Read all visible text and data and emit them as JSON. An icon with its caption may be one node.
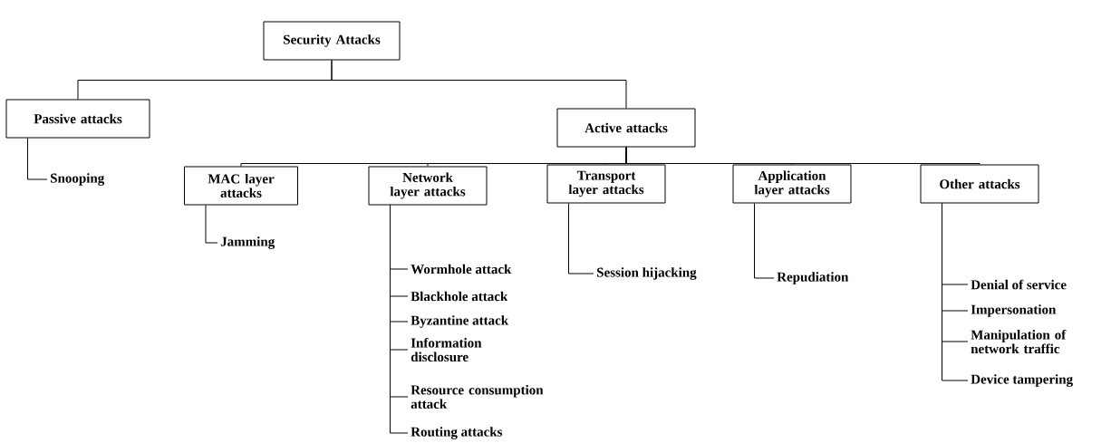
{
  "diagram": {
    "nodes": [
      {
        "text": [
          "Security Attacks"
        ]
      },
      {
        "text": [
          "Passive attacks"
        ]
      },
      {
        "text": [
          "Active attacks"
        ]
      },
      {
        "text": [
          "Snooping"
        ]
      },
      {
        "text": [
          "MAC layer attacks"
        ]
      },
      {
        "text": [
          "Network layer attacks"
        ]
      },
      {
        "text": [
          "Transport layer attacks"
        ]
      },
      {
        "text": [
          "Application layer attacks"
        ]
      },
      {
        "text": [
          "Other attacks"
        ]
      },
      {
        "text": [
          "Jamming"
        ]
      },
      {
        "text": [
          "Wormhole attack"
        ]
      },
      {
        "text": [
          "Blackhole attack"
        ]
      },
      {
        "text": [
          "Byzantine attack"
        ]
      },
      {
        "text": [
          "Information disclosure"
        ]
      },
      {
        "text": [
          "Resource consumption attack"
        ]
      },
      {
        "text": [
          "Routing attacks"
        ]
      },
      {
        "text": [
          "Session hijacking"
        ]
      },
      {
        "text": [
          "Repudiation"
        ]
      },
      {
        "text": [
          "Denial of service"
        ]
      },
      {
        "text": [
          "Impersonation"
        ]
      },
      {
        "text": [
          "Manipulation of network traffic"
        ]
      },
      {
        "text": [
          "Device tampering"
        ]
      }
    ],
    "edges": [
      {
        "from": 0,
        "to": 1,
        "arrow": "none"
      },
      {
        "from": 0,
        "to": 2,
        "arrow": "none"
      },
      {
        "from": 1,
        "to": 3,
        "arrow": "none"
      },
      {
        "from": 2,
        "to": 4,
        "arrow": "none"
      },
      {
        "from": 2,
        "to": 5,
        "arrow": "none"
      },
      {
        "from": 2,
        "to": 6,
        "arrow": "none"
      },
      {
        "from": 2,
        "to": 7,
        "arrow": "none"
      },
      {
        "from": 2,
        "to": 8,
        "arrow": "none"
      },
      {
        "from": 4,
        "to": 9,
        "arrow": "none"
      },
      {
        "from": 5,
        "to": 10,
        "arrow": "none"
      },
      {
        "from": 5,
        "to": 11,
        "arrow": "none"
      },
      {
        "from": 5,
        "to": 12,
        "arrow": "none"
      },
      {
        "from": 5,
        "to": 13,
        "arrow": "none"
      },
      {
        "from": 5,
        "to": 14,
        "arrow": "none"
      },
      {
        "from": 5,
        "to": 15,
        "arrow": "none"
      },
      {
        "from": 6,
        "to": 16,
        "arrow": "none"
      },
      {
        "from": 7,
        "to": 17,
        "arrow": "none"
      },
      {
        "from": 8,
        "to": 18,
        "arrow": "none"
      },
      {
        "from": 8,
        "to": 19,
        "arrow": "none"
      },
      {
        "from": 8,
        "to": 20,
        "arrow": "none"
      },
      {
        "from": 8,
        "to": 21,
        "arrow": "none"
      }
    ]
  }
}
